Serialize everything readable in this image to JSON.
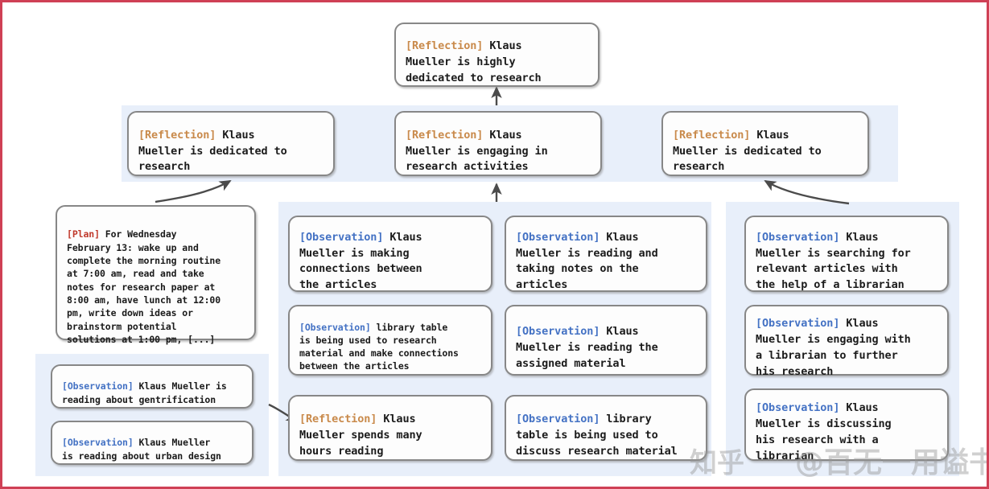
{
  "figure": {
    "border_color": "#cf4055",
    "panel_color": "#e8effa",
    "node_border_color": "#878787",
    "tag_colors": {
      "reflection": "#c98a4b",
      "observation": "#4472c4",
      "plan": "#c0392b"
    }
  },
  "watermark": {
    "left": "知乎",
    "right": "@百无一用谥书生"
  },
  "nodes": {
    "top_reflection": {
      "tag": "[Reflection]",
      "text": " Klaus\nMueller is highly\ndedicated to research"
    },
    "mid_reflection_1": {
      "tag": "[Reflection]",
      "text": " Klaus\nMueller is dedicated to\nresearch"
    },
    "mid_reflection_2": {
      "tag": "[Reflection]",
      "text": " Klaus\nMueller is engaging in\nresearch activities"
    },
    "mid_reflection_3": {
      "tag": "[Reflection]",
      "text": " Klaus\nMueller is dedicated to\nresearch"
    },
    "plan": {
      "tag": "[Plan]",
      "text": " For Wednesday\nFebruary 13: wake up and\ncomplete the morning routine\nat 7:00 am, read and take\nnotes for research paper at\n8:00 am, have lunch at 12:00\npm, write down ideas or\nbrainstorm potential\nsolutions at 1:00 pm, [...]"
    },
    "left_obs_1": {
      "tag": "[Observation]",
      "text": " Klaus Mueller is\nreading about gentrification"
    },
    "left_obs_2": {
      "tag": "[Observation]",
      "text": " Klaus Mueller\nis reading about urban design"
    },
    "col1_obs_1": {
      "tag": "[Observation]",
      "text": " Klaus\nMueller is making\nconnections between\nthe articles"
    },
    "col1_obs_2": {
      "tag": "[Observation]",
      "text": " library table\nis being used to research\nmaterial and make connections\nbetween the articles"
    },
    "col1_reflection": {
      "tag": "[Reflection]",
      "text": " Klaus\nMueller spends many\nhours reading"
    },
    "col2_obs_1": {
      "tag": "[Observation]",
      "text": " Klaus\nMueller is reading and\ntaking notes on the\narticles"
    },
    "col2_obs_2": {
      "tag": "[Observation]",
      "text": " Klaus\nMueller is reading the\nassigned material"
    },
    "col2_obs_3": {
      "tag": "[Observation]",
      "text": " library\ntable is being used to\ndiscuss research material"
    },
    "col3_obs_1": {
      "tag": "[Observation]",
      "text": " Klaus\nMueller is searching for\nrelevant articles with\nthe help of a librarian"
    },
    "col3_obs_2": {
      "tag": "[Observation]",
      "text": " Klaus\nMueller is engaging with\na librarian to further\nhis research"
    },
    "col3_obs_3": {
      "tag": "[Observation]",
      "text": " Klaus\nMueller is discussing\nhis research with a\nlibrarian"
    }
  }
}
